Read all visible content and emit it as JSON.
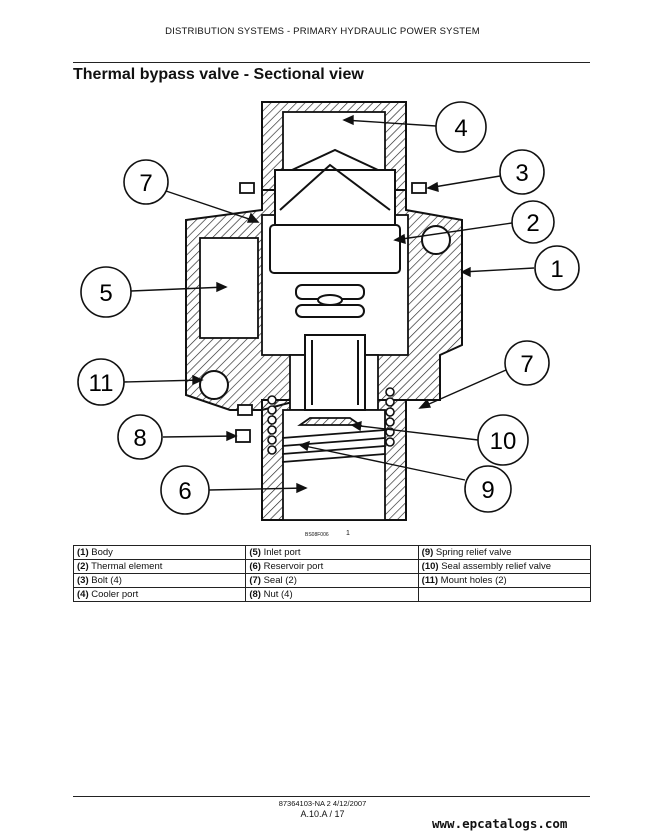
{
  "header": {
    "section": "DISTRIBUTION SYSTEMS - PRIMARY HYDRAULIC POWER SYSTEM"
  },
  "title": "Thermal bypass valve - Sectional view",
  "figure": {
    "code": "BS08F006",
    "number": "1",
    "callouts": [
      "1",
      "2",
      "3",
      "4",
      "5",
      "6",
      "7",
      "7",
      "8",
      "9",
      "10",
      "11"
    ]
  },
  "legend": [
    [
      {
        "num": "(1)",
        "text": "Body"
      },
      {
        "num": "(5)",
        "text": "Inlet port"
      },
      {
        "num": "(9)",
        "text": "Spring relief valve"
      }
    ],
    [
      {
        "num": "(2)",
        "text": "Thermal element"
      },
      {
        "num": "(6)",
        "text": "Reservoir port"
      },
      {
        "num": "(10)",
        "text": "Seal assembly relief valve"
      }
    ],
    [
      {
        "num": "(3)",
        "text": "Bolt (4)"
      },
      {
        "num": "(7)",
        "text": "Seal (2)"
      },
      {
        "num": "(11)",
        "text": "Mount holes (2)"
      }
    ],
    [
      {
        "num": "(4)",
        "text": "Cooler port"
      },
      {
        "num": "(8)",
        "text": "Nut (4)"
      },
      {
        "num": "",
        "text": ""
      }
    ]
  ],
  "footer": {
    "doc_id": "87364103-NA 2 4/12/2007",
    "page": "A.10.A / 17"
  },
  "watermark": "www.epcatalogs.com"
}
